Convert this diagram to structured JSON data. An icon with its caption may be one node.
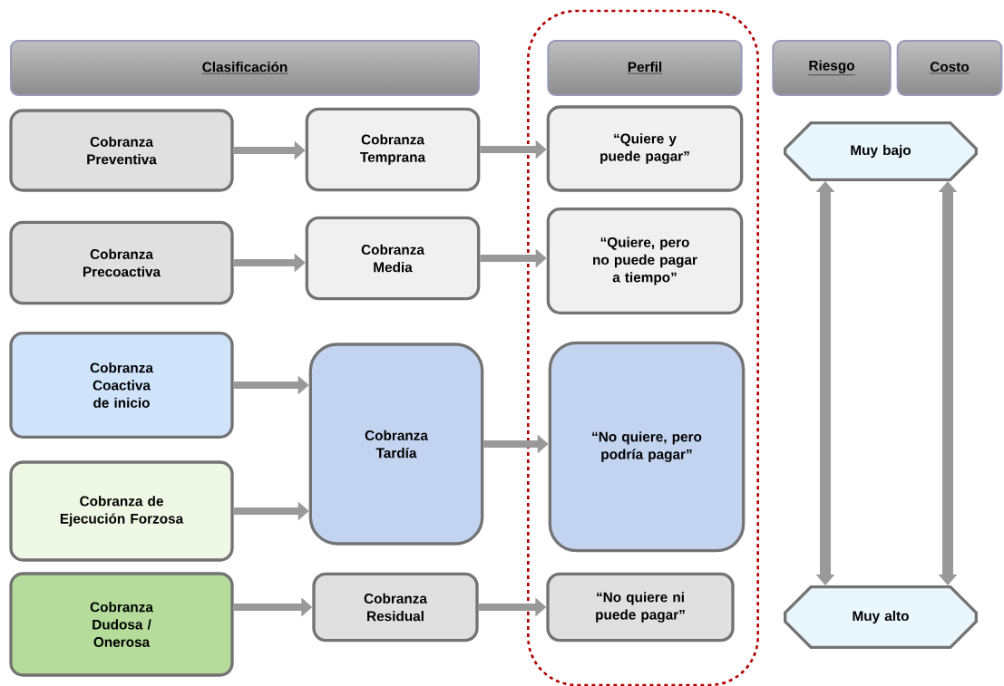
{
  "diagram": {
    "nodes": [
      {
        "text": [
          "Clasificación"
        ]
      },
      {
        "text": [],
        "shape": "box"
      },
      {
        "text": [
          "Perfil"
        ],
        "in": 1
      },
      {
        "text": [
          "Riesgo"
        ]
      },
      {
        "text": [
          "Costo"
        ]
      },
      {
        "text": [
          "Cobranza Preventiva"
        ]
      },
      {
        "text": [
          "Cobranza Temprana"
        ]
      },
      {
        "text": [
          "“Quiere y puede pagar”"
        ],
        "in": 1
      },
      {
        "text": [
          "Muy bajo"
        ]
      },
      {
        "text": [
          "Cobranza Precoactiva"
        ]
      },
      {
        "text": [
          "Cobranza Media"
        ]
      },
      {
        "text": [
          "“Quiere, pero no puede pagar a tiempo”"
        ],
        "in": 1
      },
      {
        "text": [
          "Cobranza Coactiva de inicio"
        ]
      },
      {
        "text": [
          "Cobranza Tardía"
        ]
      },
      {
        "text": [
          "“No quiere, pero podría pagar”"
        ],
        "in": 1
      },
      {
        "text": [
          "Cobranza de Ejecución Forzosa"
        ]
      },
      {
        "text": [
          "Cobranza Dudosa / Onerosa"
        ]
      },
      {
        "text": [
          "Cobranza Residual"
        ]
      },
      {
        "text": [
          "“No quiere ni puede pagar”"
        ],
        "in": 1
      },
      {
        "text": [
          "Muy alto"
        ]
      }
    ],
    "edges": [
      {
        "from": 5,
        "to": 6,
        "arrow": "to"
      },
      {
        "from": 6,
        "to": 7,
        "arrow": "to"
      },
      {
        "from": 9,
        "to": 10,
        "arrow": "to"
      },
      {
        "from": 10,
        "to": 11,
        "arrow": "to"
      },
      {
        "from": 12,
        "to": 13,
        "arrow": "to"
      },
      {
        "from": 15,
        "to": 13,
        "arrow": "to"
      },
      {
        "from": 13,
        "to": 14,
        "arrow": "to"
      },
      {
        "from": 16,
        "to": 17,
        "arrow": "to"
      },
      {
        "from": 17,
        "to": 18,
        "arrow": "to"
      },
      {
        "from": 8,
        "to": 19,
        "arrow": "both"
      },
      {
        "from": 8,
        "to": 19,
        "arrow": "both"
      }
    ]
  }
}
